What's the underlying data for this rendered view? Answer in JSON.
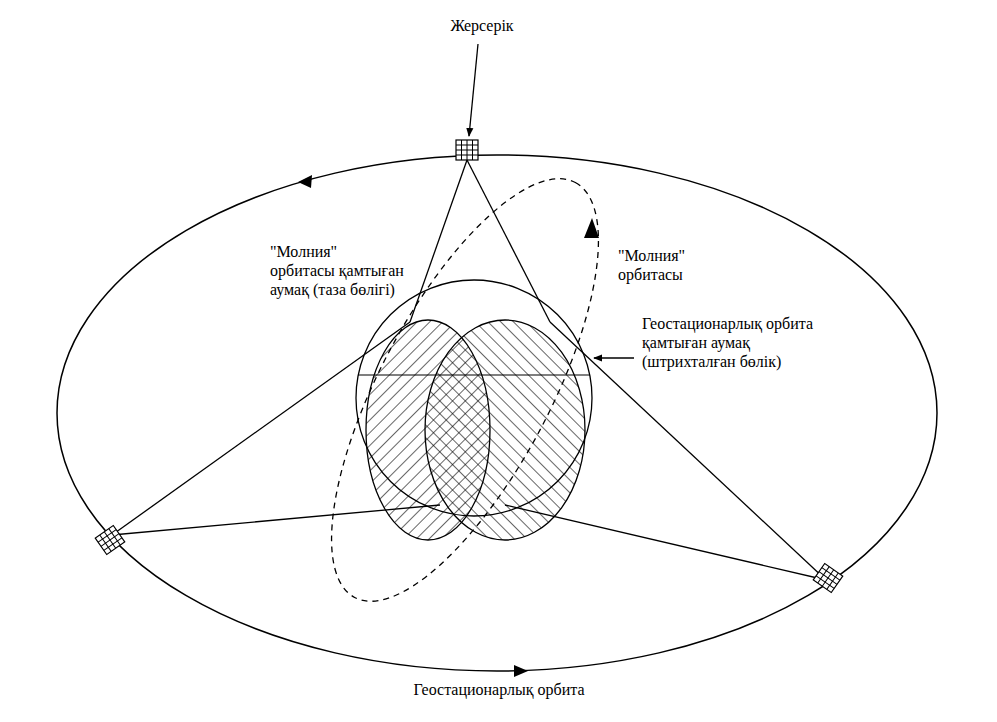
{
  "diagram": {
    "labels": [
      "Жерсерік",
      "\"Молния\" орбитасы қамтыған аумақ (таза бөлігі)",
      "\"Молния\" орбитасы",
      "Геостационарлық орбита қамтыған аумақ (штрихталған бөлік)",
      "Геостационарлық орбита"
    ]
  }
}
